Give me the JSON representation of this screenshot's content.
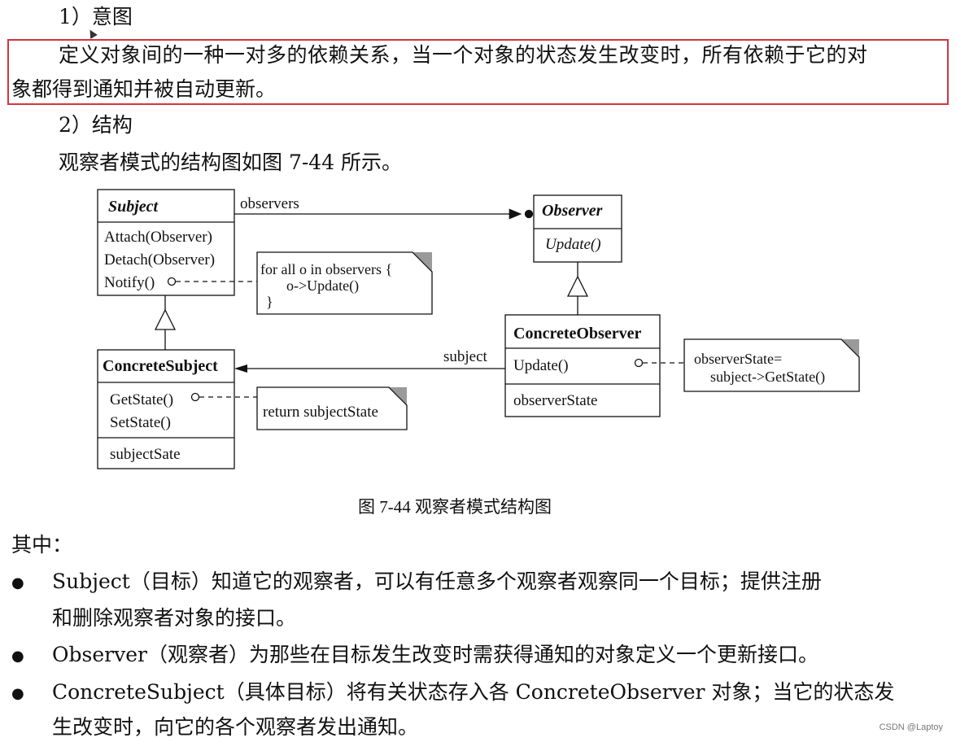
{
  "sections": {
    "intent_heading": "1）意图",
    "intent_line1": "定义对象间的一种一对多的依赖关系，当一个对象的状态发生改变时，所有依赖于它的对",
    "intent_line2": "象都得到通知并被自动更新。",
    "structure_heading": "2）结构",
    "structure_intro": "观察者模式的结构图如图 7-44 所示。"
  },
  "diagram": {
    "subject": {
      "name": "Subject",
      "ops": [
        "Attach(Observer)",
        "Detach(Observer)",
        "Notify()"
      ]
    },
    "observer": {
      "name": "Observer",
      "ops": [
        "Update()"
      ]
    },
    "concrete_subject": {
      "name": "ConcreteSubject",
      "ops": [
        "GetState()",
        "SetState()"
      ],
      "attrs": [
        "subjectSate"
      ]
    },
    "concrete_observer": {
      "name": "ConcreteObserver",
      "ops": [
        "Update()"
      ],
      "attrs": [
        "observerState"
      ]
    },
    "assoc_observers": "observers",
    "assoc_subject": "subject",
    "note_notify": [
      "for all o in observers {",
      "o->Update()",
      "}"
    ],
    "note_getstate": "return subjectState",
    "note_update": [
      "observerState=",
      "subject->GetState()"
    ],
    "caption": "图 7-44    观察者模式结构图"
  },
  "among": "其中：",
  "bullets": [
    {
      "line1": "Subject（目标）知道它的观察者，可以有任意多个观察者观察同一个目标；提供注册",
      "line2": "和删除观察者对象的接口。"
    },
    {
      "line1": "Observer（观察者）为那些在目标发生改变时需获得通知的对象定义一个更新接口。",
      "line2": ""
    },
    {
      "line1": "ConcreteSubject（具体目标）将有关状态存入各 ConcreteObserver 对象；当它的状态发",
      "line2": "生改变时，向它的各个观察者发出通知。"
    }
  ],
  "bullet_char": "●",
  "watermark": "CSDN @Laptoy",
  "colors": {
    "highlight_border": "#d2363c",
    "note_fold": "#9a9a9a"
  }
}
